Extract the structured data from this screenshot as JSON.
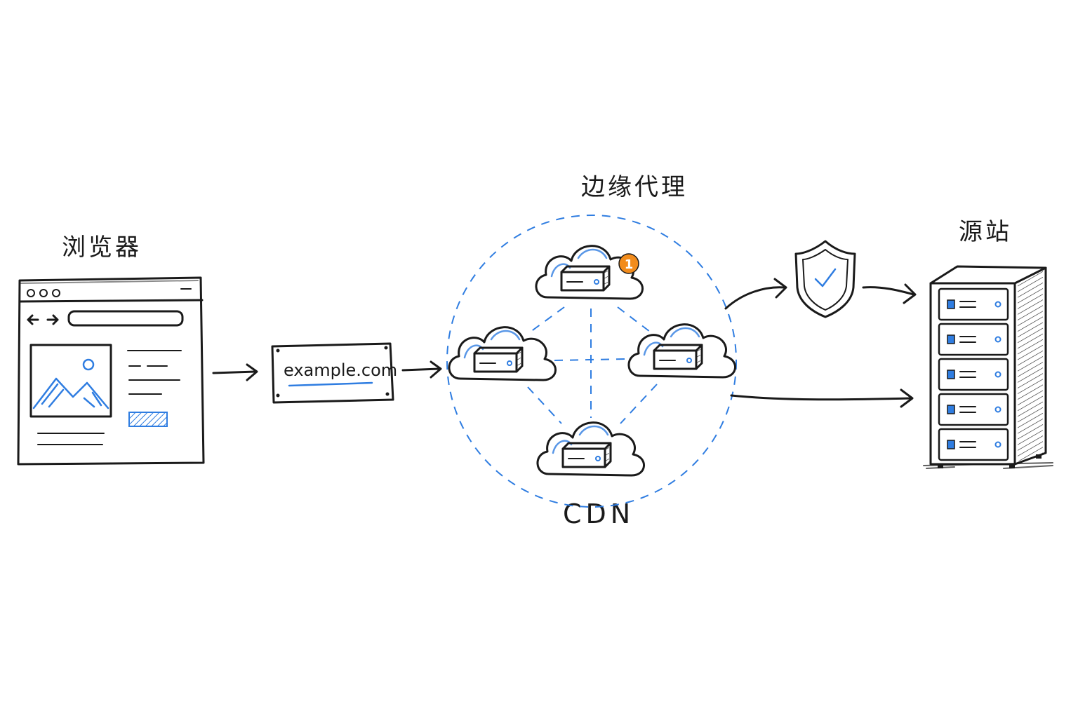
{
  "labels": {
    "browser": "浏览器",
    "edge_proxy": "边缘代理",
    "origin": "源站",
    "cdn": "CDN",
    "url": "example.com",
    "badge": "1"
  },
  "colors": {
    "ink": "#1a1a1a",
    "accent_blue": "#2f7de1",
    "badge_orange": "#f28c1c"
  },
  "icons": {
    "browser_window": "browser-window-icon",
    "domain_plate": "domain-plate-icon",
    "cloud_server": "cloud-server-icon",
    "shield": "shield-check-icon",
    "server_rack": "server-rack-icon"
  }
}
